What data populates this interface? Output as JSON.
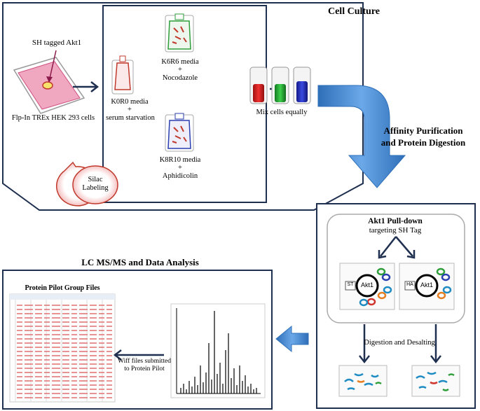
{
  "cell_culture": {
    "title": "Cell Culture",
    "sh_tag_label": "SH tagged Akt1",
    "cell_line": "Flp-In TREx HEK 293 cells",
    "k0r0_media": "K0R0 media",
    "k0r0_plus": "+",
    "k0r0_treatment": "serum starvation",
    "k6r6_media": "K6R6 media",
    "k6r6_plus": "+",
    "k6r6_treatment": "Nocodazole",
    "k8r10_media": "K8R10 media",
    "k8r10_plus": "+",
    "k8r10_treatment": "Aphidicolin",
    "mix_label": "Mix cells equally",
    "silac_label_line1": "Silac",
    "silac_label_line2": "Labeling"
  },
  "affinity": {
    "line1": "Affinity Purification",
    "line2": "and Protein Digestion"
  },
  "pulldown": {
    "title": "Akt1 Pull-down",
    "subtitle": "targeting SH Tag",
    "protein_label": "Akt1",
    "tag_left": "ST",
    "tag_right": "HA",
    "digestion": "Digestion and Desalting"
  },
  "lcms": {
    "title": "LC MS/MS and Data Analysis",
    "files_title": "Protein Pilot Group Files",
    "wiff_line1": "Wiff files submitted",
    "wiff_line2": "to Protein Pilot"
  },
  "colors": {
    "box_border": "#1f2f4f",
    "arrow_blue": "#4a86c8",
    "red": "#d0342c",
    "green": "#2e9e3a",
    "blue": "#2a3fb0"
  }
}
